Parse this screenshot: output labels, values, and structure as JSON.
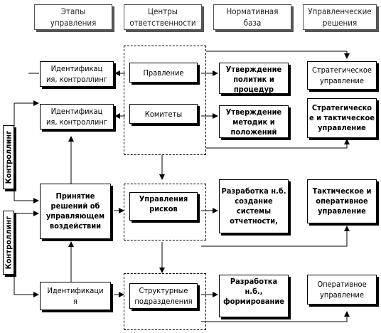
{
  "headers": {
    "stages": "Этапы\nуправления",
    "centers": "Центры\nответственности",
    "base": "Нормативная\nбаза",
    "decisions": "Управленческие\nрешения"
  },
  "stages": {
    "ident1": "Идентификац\nия, контроллинг",
    "ident2": "Идентификац\nия, контроллинг",
    "decision": "Принятие\nрешений об\nуправляющем\nвоздействии",
    "ident3": "Идентификаци\nя"
  },
  "control": {
    "upper": "Контроллинг",
    "lower": "Контроллинг"
  },
  "centers": {
    "board": "Правление",
    "committees": "Комитеты",
    "risk": "Управления\nрисков",
    "units": "Структурные\nподразделения"
  },
  "base": {
    "approve_policies": "Утверждение\nполитик и\nпроцедур",
    "approve_methods": "Утверждение\nметодик и\nположений",
    "develop_nb": "Разработка н.б.\nсоздание\nсистемы\nотчетности,",
    "develop_units": "Разработка\nн.б.,\nформирование"
  },
  "decisions": {
    "strategic": "Стратегическое\nуправление",
    "strategic_tactical": "Стратегическо\nе и тактическое\nуправление",
    "tactical_operational": "Тактическое и\nоперативное\nуправление",
    "operational": "Оперативное\nуправление"
  }
}
